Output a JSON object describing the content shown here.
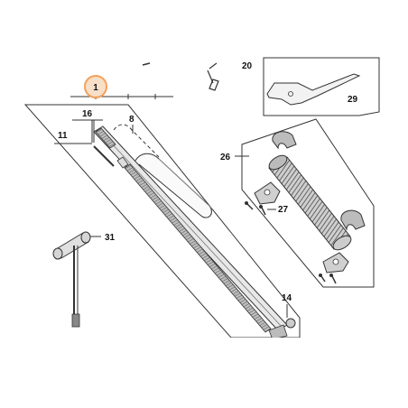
{
  "diagram": {
    "highlight_color": "#f5a15b",
    "callouts": {
      "c1": "1",
      "c8": "8",
      "c11": "11",
      "c14": "14",
      "c16": "16",
      "c26": "26",
      "c27": "27",
      "c29": "29",
      "c31": "31",
      "c_top": "20"
    }
  }
}
